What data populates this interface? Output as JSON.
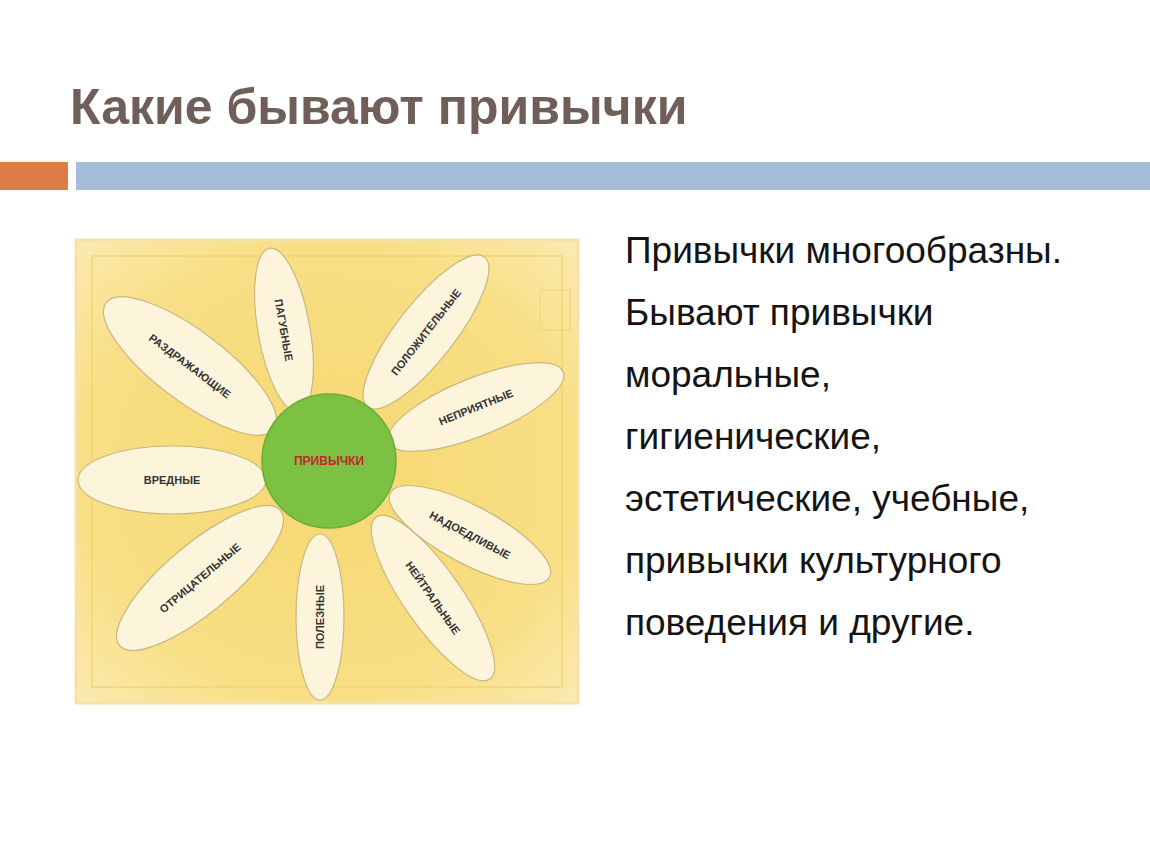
{
  "diagram": {
    "title": "Какие бывают привычки",
    "nodes": [
      {
        "text": [
          "ПРИВЫЧКИ"
        ]
      },
      {
        "text": [
          "РАЗДРАЖАЮЩИЕ"
        ]
      },
      {
        "text": [
          "ПАГУБНЫЕ"
        ]
      },
      {
        "text": [
          "ПОЛОЖИТЕЛЬНЫЕ"
        ]
      },
      {
        "text": [
          "НЕПРИЯТНЫЕ"
        ]
      },
      {
        "text": [
          "НАДОЕДЛИВЫЕ"
        ]
      },
      {
        "text": [
          "НЕЙТРАЛЬНЫЕ"
        ]
      },
      {
        "text": [
          "ПОЛЕЗНЫЕ"
        ]
      },
      {
        "text": [
          "ОТРИЦАТЕЛЬНЫЕ"
        ]
      },
      {
        "text": [
          "ВРЕДНЫЕ"
        ]
      }
    ],
    "labels": [
      "Привычки многообразны. Бывают привычки моральные, гигиенические, эстетические, учебные, привычки культурного поведения и другие."
    ]
  }
}
